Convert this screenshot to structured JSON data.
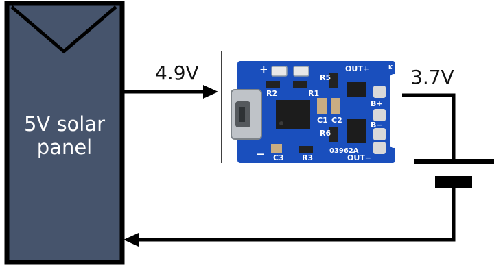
{
  "panel": {
    "label_line1": "5V solar",
    "label_line2": "panel",
    "color": "#46546c"
  },
  "voltages": {
    "input": "4.9V",
    "battery": "3.7V"
  },
  "board": {
    "color": "#1a4fbd",
    "labels": {
      "plus": "+",
      "minus": "−",
      "r2": "R2",
      "r1": "R1",
      "r5": "R5",
      "r6": "R6",
      "r3": "R3",
      "c1": "C1",
      "c2": "C2",
      "c3": "C3",
      "out_plus": "OUT+",
      "out_minus": "OUT−",
      "b_plus": "B+",
      "b_minus": "B−",
      "part": "03962A",
      "k": "K"
    }
  },
  "colors": {
    "wire": "#000000",
    "pad": "#d9d9d9"
  }
}
